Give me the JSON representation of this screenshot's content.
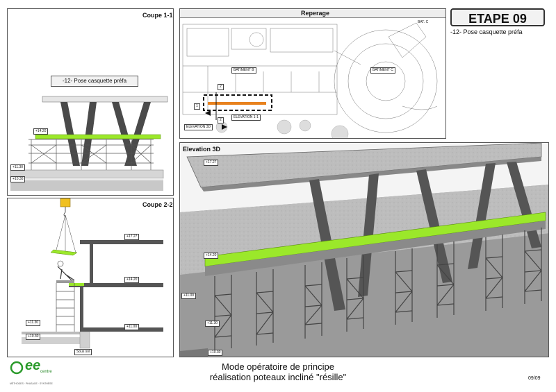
{
  "coupe11": {
    "title": "Coupe 1-1",
    "caption": "-12- Pose casquette préfa",
    "levels": [
      "+14.20",
      "+11.30",
      "+10.30"
    ]
  },
  "coupe22": {
    "title": "Coupe 2-2",
    "levels": [
      "+17.27",
      "+14.20",
      "+11.30",
      "+11.00",
      "+10.30"
    ],
    "sous_sol": "Sous sol"
  },
  "reperage": {
    "title": "Reperage",
    "labels": [
      "BATIMENT B",
      "BATIMENT C",
      "ELEVATION 3D",
      "ELEVATION 1-1",
      "BAT. C"
    ],
    "markers": [
      "2",
      "2",
      "1"
    ]
  },
  "etape": {
    "title": "ETAPE 09",
    "subtitle": "-12- Pose casquette préfa"
  },
  "elevation3d": {
    "title": "Elevation 3D",
    "levels": [
      "+17.27",
      "+14.20",
      "+11.00",
      "+11.30",
      "+10.30"
    ]
  },
  "footer": {
    "line1": "Mode opératoire de principe",
    "line2": "réalisation poteaux incliné \"résille\"",
    "page": "09/09"
  },
  "logo": {
    "letters": "ee",
    "word": "centre",
    "tagline": "MÉTHODES · PHASAGE · SYNTHÈSE"
  },
  "colors": {
    "green": "#9be82a",
    "orange": "#e8821e",
    "crane_yellow": "#f0c020",
    "concrete": "#bdbdbd",
    "logo_green": "#2a9a2a"
  }
}
